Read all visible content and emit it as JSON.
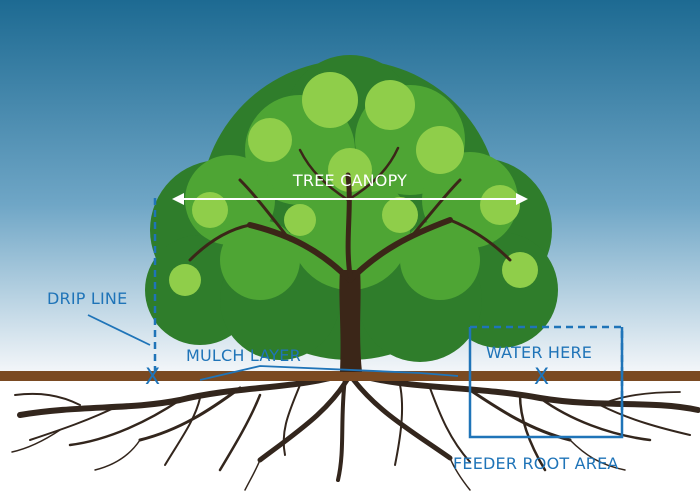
{
  "labels": {
    "tree_canopy": "TREE CANOPY",
    "drip_line": "DRIP LINE",
    "mulch_layer": "MULCH LAYER",
    "water_here": "WATER HERE",
    "feeder_root_area": "FEEDER ROOT AREA",
    "marker": "X"
  },
  "colors": {
    "sky_top": "#1d6a92",
    "sky_bottom": "#f3f6f9",
    "ground": "#ffffff",
    "mulch": "#7a4a22",
    "trunk": "#3b2618",
    "roots": "#33261d",
    "foliage_dark": "#2f7d2b",
    "foliage_mid": "#4ea534",
    "foliage_light": "#8fce4a",
    "annotation_blue": "#1f74b8",
    "canopy_label": "#ffffff"
  }
}
